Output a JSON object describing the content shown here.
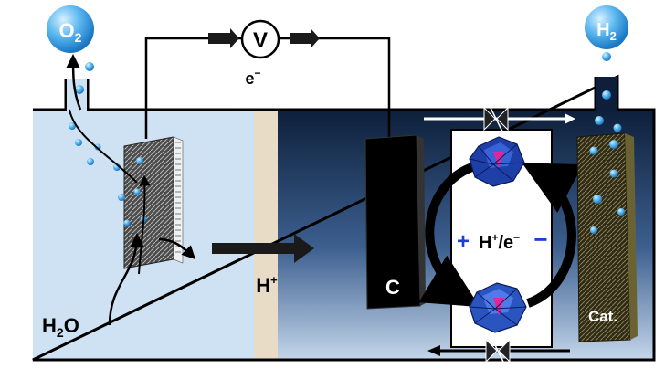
{
  "labels": {
    "oxygen": "O",
    "oxygen_sub": "2",
    "hydrogen": "H",
    "hydrogen_sub": "2",
    "voltmeter": "V",
    "electron": "e",
    "electron_sup": "−",
    "water": "H",
    "water_sub": "2",
    "water_tail": "O",
    "proton": "H",
    "proton_sup": "+",
    "carbon_electrode": "C",
    "catalyst_electrode": "Cat.",
    "mediator_plus": "+",
    "mediator_h": "H",
    "mediator_h_sup": "+",
    "mediator_slash_e": "/e",
    "mediator_e_sup": "−",
    "mediator_minus": "−"
  },
  "colors": {
    "anode_electrolyte": "#cfe2f3",
    "cathode_electrolyte_dark": "#0d1f3a",
    "membrane": "#e9dcc6",
    "gas_bubble": "#3fa5e8",
    "mediator_cluster": "#1f3fa8",
    "mediator_core": "#e0279a",
    "catalyst_electrode": "#2e2a14",
    "carbon_electrode": "#000000",
    "sign_blue": "#1f3fd0"
  },
  "icons": {
    "voltmeter": "voltmeter-icon",
    "valve": "valve-icon",
    "polyoxometalate": "polyoxometalate-cluster-icon"
  }
}
